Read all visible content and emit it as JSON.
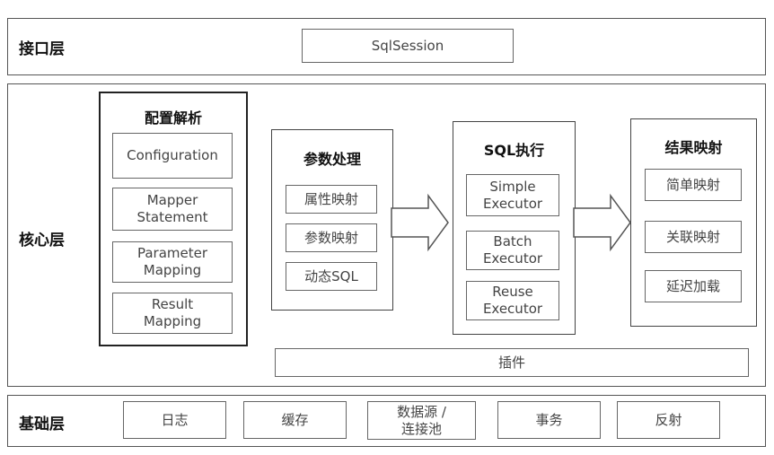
{
  "layers": {
    "interface": {
      "title": "接口层",
      "items": [
        "SqlSession"
      ]
    },
    "core": {
      "title": "核心层",
      "groups": {
        "config": {
          "title": "配置解析",
          "items": [
            "Configuration",
            "Mapper\nStatement",
            "Parameter\nMapping",
            "Result\nMapping"
          ]
        },
        "param": {
          "title": "参数处理",
          "items": [
            "属性映射",
            "参数映射",
            "动态SQL"
          ]
        },
        "sql": {
          "title": "SQL执行",
          "items": [
            "Simple\nExecutor",
            "Batch\nExecutor",
            "Reuse\nExecutor"
          ]
        },
        "result": {
          "title": "结果映射",
          "items": [
            "简单映射",
            "关联映射",
            "延迟加载"
          ]
        }
      },
      "plugin": "插件"
    },
    "base": {
      "title": "基础层",
      "items": [
        "日志",
        "缓存",
        "数据源 /\n连接池",
        "事务",
        "反射"
      ]
    }
  }
}
